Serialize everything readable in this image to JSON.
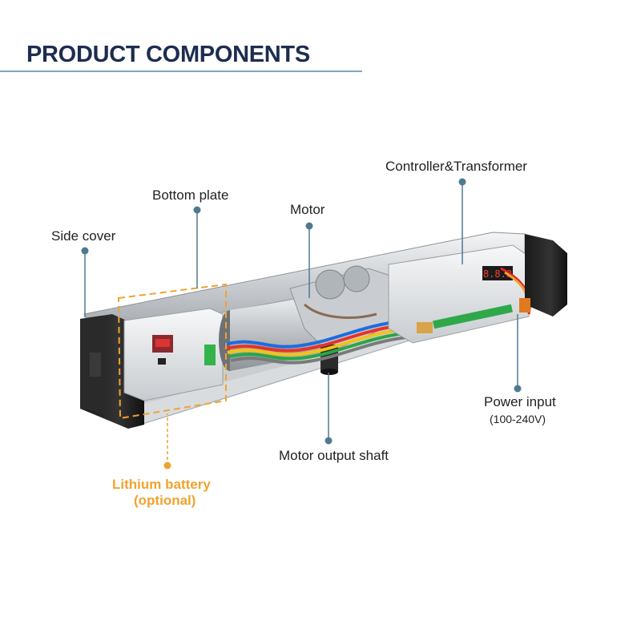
{
  "header": {
    "title": "PRODUCT COMPONENTS"
  },
  "colors": {
    "title": "#1d2d4f",
    "rule": "#7ea7c0",
    "pointer": "#4e7a91",
    "accent": "#f0a230"
  },
  "labels": {
    "side_cover": "Side cover",
    "bottom_plate": "Bottom plate",
    "motor": "Motor",
    "controller_transformer": "Controller&Transformer",
    "power_input": "Power input",
    "power_input_voltage": "(100-240V)",
    "motor_output_shaft": "Motor output shaft",
    "lithium_battery": "Lithium battery",
    "lithium_battery_note": "(optional)"
  },
  "controller_display": {
    "segments": "8.8.8"
  }
}
